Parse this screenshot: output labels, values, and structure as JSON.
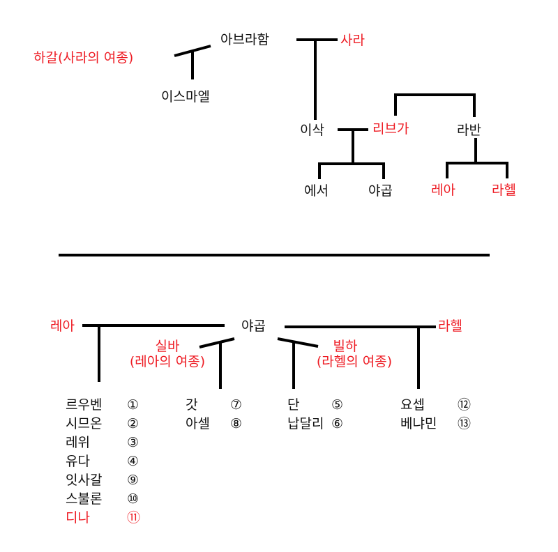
{
  "colors": {
    "female": "#ee1c24",
    "male": "#111111",
    "line": "#000000"
  },
  "upper": {
    "abraham": "아브라함",
    "sarah": "사라",
    "hagar": "하갈(사라의 여종)",
    "ishmael": "이스마엘",
    "isaac": "이삭",
    "rebekah": "리브가",
    "laban": "라반",
    "esau": "에서",
    "jacob": "야곱",
    "leah": "레아",
    "rachel": "라헬"
  },
  "lower": {
    "leah": "레아",
    "jacob": "야곱",
    "rachel": "라헬",
    "zilpah": "실바",
    "zilpah_note": "(레아의 여종)",
    "bilhah": "빌하",
    "bilhah_note": "(라헬의 여종)",
    "leah_children": [
      {
        "name": "르우벤",
        "order": "①"
      },
      {
        "name": "시므온",
        "order": "②"
      },
      {
        "name": "레위",
        "order": "③"
      },
      {
        "name": "유다",
        "order": "④"
      },
      {
        "name": "잇사갈",
        "order": "⑨"
      },
      {
        "name": "스불론",
        "order": "⑩"
      },
      {
        "name": "디나",
        "order": "⑪"
      }
    ],
    "zilpah_children": [
      {
        "name": "갓",
        "order": "⑦"
      },
      {
        "name": "아셀",
        "order": "⑧"
      }
    ],
    "bilhah_children": [
      {
        "name": "단",
        "order": "⑤"
      },
      {
        "name": "납달리",
        "order": "⑥"
      }
    ],
    "rachel_children": [
      {
        "name": "요셉",
        "order": "⑫"
      },
      {
        "name": "베냐민",
        "order": "⑬"
      }
    ]
  }
}
